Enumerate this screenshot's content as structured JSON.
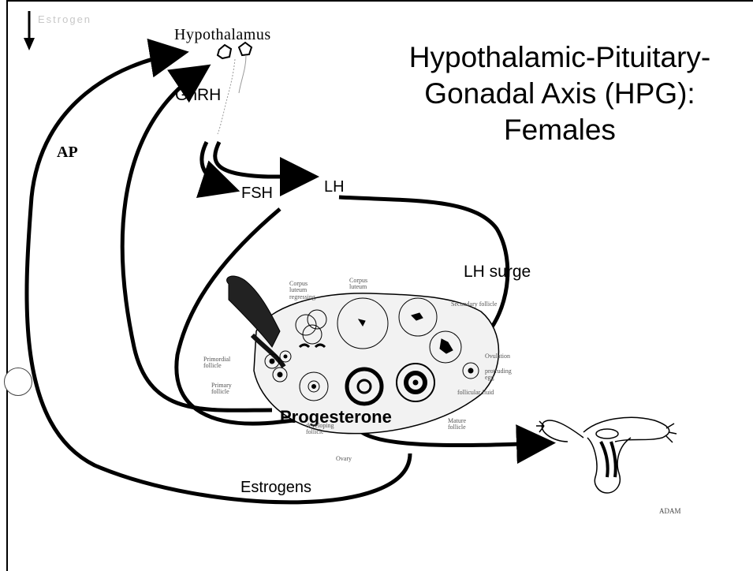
{
  "title": {
    "line1": "Hypothalamic-Pituitary-",
    "line2": "Gonadal Axis (HPG):",
    "line3": "Females"
  },
  "top_left_faded_text": "Estrogen",
  "labels": {
    "hypothalamus": "Hypothalamus",
    "gnrh": "GnRH",
    "ap": "AP",
    "fsh": "FSH",
    "lh": "LH",
    "lh_surge": "LH surge",
    "progesterone": "Progesterone",
    "estrogens": "Estrogens",
    "copyright": "ADAM"
  },
  "ovary_labels": {
    "corpus_luteum_degenerating": "Corpus\nluteum\nregressing",
    "corpus_luteum": "Corpus\nluteum",
    "secondary_follicle": "Secondary follicle",
    "primary_follicle": "Primary\nfollicle",
    "primordial_follicle": "Primordial\nfollicle",
    "ovulation": "Ovulation",
    "mature_egg": "protruding\negg",
    "follicular_fluid": "follicular fluid",
    "mature_follicle": "Mature\nfollicle",
    "developing_follicle": "developing\nfollicle",
    "ovary": "Ovary"
  },
  "colors": {
    "ink": "#000000",
    "faint": "#bbbbbb",
    "ovary_shade": "#d9d9d9"
  },
  "icons": [
    "down-arrow-icon",
    "circle-button-icon"
  ]
}
